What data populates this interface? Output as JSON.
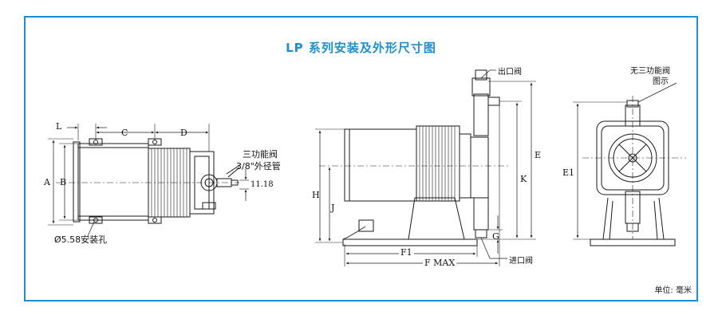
{
  "title": "LP 系列安装及外形尺寸图",
  "unit_note": "单位: 毫米",
  "front_view": {
    "dim_L": "L",
    "dim_C": "C",
    "dim_D": "D",
    "dim_A": "A",
    "dim_B": "B",
    "dim_1118": "11.18",
    "valve_label": "三功能阀",
    "tube_label": "3/8\"外径管",
    "hole_label": "Ø5.58安装孔"
  },
  "side_view": {
    "outlet_label": "出口阀",
    "inlet_label": "进口阀",
    "dim_E": "E",
    "dim_K": "K",
    "dim_H": "H",
    "dim_J": "J",
    "dim_G": "G",
    "dim_F1": "F1",
    "dim_FMAX": "F MAX"
  },
  "rear_view": {
    "note_line1": "无三功能阀",
    "note_line2": "图示",
    "dim_E1": "E1"
  },
  "colors": {
    "accent": "#1b8fd3",
    "line": "#1a1a1a"
  }
}
